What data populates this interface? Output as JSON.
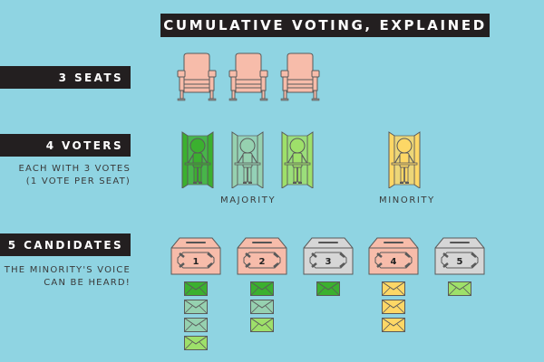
{
  "title": "CUMULATIVE VOTING, EXPLAINED",
  "colors": {
    "background": "#8fd4e2",
    "bar": "#231f20",
    "seat": "#f7bcaa",
    "box_pink": "#f7bcaa",
    "box_gray": "#d6d6d6",
    "voter_dark_green": "#3bb02f",
    "voter_sage": "#96d1b0",
    "voter_lime": "#9ee06a",
    "voter_yellow": "#fdd766"
  },
  "rows": {
    "seats": {
      "label": "3 SEATS",
      "count": 3
    },
    "voters": {
      "label": "4 VOTERS",
      "sub_line1": "EACH WITH 3 VOTES",
      "sub_line2": "(1 VOTE PER SEAT)",
      "majority_label": "MAJORITY",
      "minority_label": "MINORITY",
      "items": [
        {
          "group": "majority",
          "color": "#3bb02f"
        },
        {
          "group": "majority",
          "color": "#96d1b0"
        },
        {
          "group": "majority",
          "color": "#9ee06a"
        },
        {
          "group": "minority",
          "color": "#fdd766"
        }
      ]
    },
    "candidates": {
      "label": "5 CANDIDATES",
      "sub_line1": "THE MINORITY'S VOICE",
      "sub_line2": "CAN BE HEARD!",
      "items": [
        {
          "number": "1",
          "box_color": "#f7bcaa",
          "votes": [
            "#3bb02f",
            "#96d1b0",
            "#96d1b0",
            "#9ee06a"
          ]
        },
        {
          "number": "2",
          "box_color": "#f7bcaa",
          "votes": [
            "#3bb02f",
            "#96d1b0",
            "#9ee06a"
          ]
        },
        {
          "number": "3",
          "box_color": "#d6d6d6",
          "votes": [
            "#3bb02f"
          ]
        },
        {
          "number": "4",
          "box_color": "#f7bcaa",
          "votes": [
            "#fdd766",
            "#fdd766",
            "#fdd766"
          ]
        },
        {
          "number": "5",
          "box_color": "#d6d6d6",
          "votes": [
            "#9ee06a"
          ]
        }
      ]
    }
  }
}
